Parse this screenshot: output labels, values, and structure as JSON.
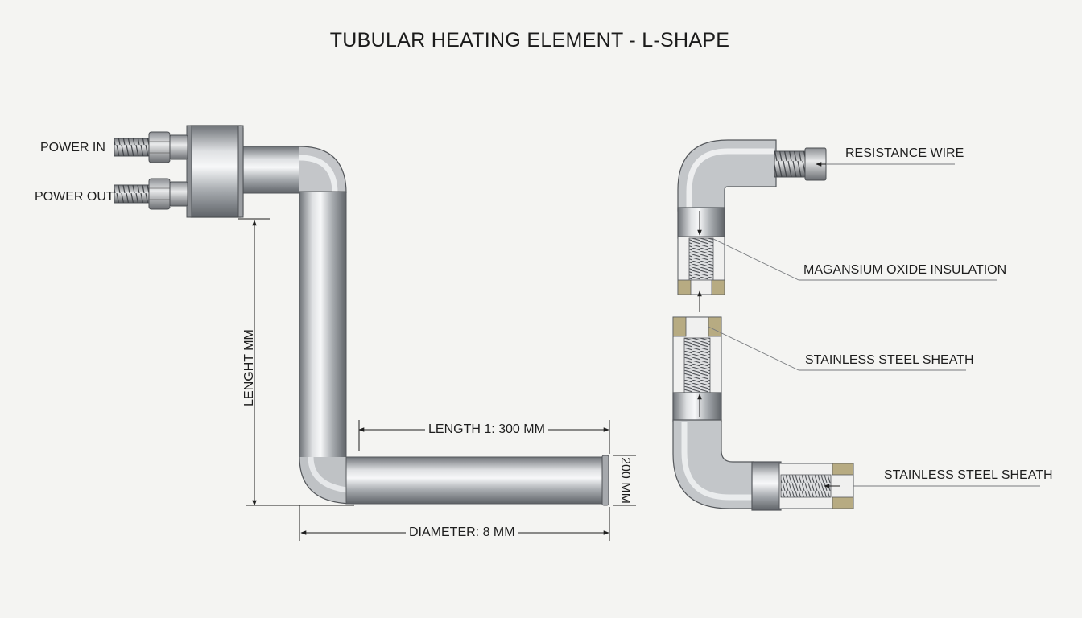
{
  "diagram": {
    "title": "TUBULAR HEATING ELEMENT - L-SHAPE",
    "terminals": {
      "power_in": "POWER IN",
      "power_out": "POWER OUT"
    },
    "dimensions": {
      "length_vertical": "LENGHT MM",
      "length_1": "LENGTH 1: 300 MM",
      "diameter": "DIAMETER: 8 MM",
      "end_height": "200 MM"
    },
    "cross_section_labels": {
      "resistance_wire": "RESISTANCE WIRE",
      "insulation": "MAGANSIUM OXIDE INSULATION",
      "sheath_upper": "STAINLESS STEEL SHEATH",
      "sheath_lower": "STAINLESS STEEL SHEATH"
    },
    "colors": {
      "background": "#f4f4f2",
      "line": "#1e1e1e",
      "pipe_mid": "#c9cbcd",
      "insulation_block": "#b7ab82"
    }
  }
}
